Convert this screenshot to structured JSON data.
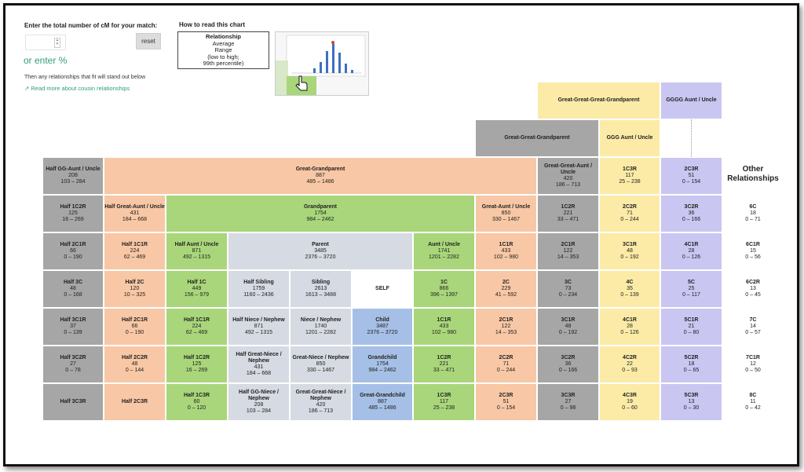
{
  "controls": {
    "prompt": "Enter the total number of cM for your match:",
    "reset_label": "reset",
    "or_enter": "or enter %",
    "then_any": "Then any relationships that fit will stand out below",
    "read_more": "Read more about cousin relationships"
  },
  "legend": {
    "heading": "How to read this chart",
    "title": "Relationship",
    "line1": "Average",
    "line2": "Range",
    "line3": "(low to high;",
    "line4": "99th percentile)"
  },
  "colors": {
    "grey": "#a6a6a6",
    "orange": "#f8c7a5",
    "green": "#a9d67a",
    "light_grey": "#d6dae2",
    "blue": "#a6bfe6",
    "yellow": "#fbeba7",
    "purple": "#c9c6f2"
  },
  "other_relationships": "Other Relationships",
  "cells": [
    {
      "name": "Great-Great-Great-Grandparent",
      "avg": "",
      "range": "",
      "color": "yellow"
    },
    {
      "name": "GGGG Aunt / Uncle",
      "avg": "",
      "range": "",
      "color": "purple"
    },
    {
      "name": "Great-Great-Grandparent",
      "avg": "",
      "range": "",
      "color": "grey"
    },
    {
      "name": "GGG Aunt / Uncle",
      "avg": "",
      "range": "",
      "color": "yellow"
    },
    {
      "name": "Half GG-Aunt / Uncle",
      "avg": "208",
      "range": "103 – 284",
      "color": "grey"
    },
    {
      "name": "Great-Grandparent",
      "avg": "887",
      "range": "485 – 1486",
      "color": "orange"
    },
    {
      "name": "Great-Great-Aunt / Uncle",
      "avg": "420",
      "range": "186 – 713",
      "color": "grey"
    },
    {
      "name": "1C3R",
      "avg": "117",
      "range": "25 – 238",
      "color": "yellow"
    },
    {
      "name": "2C3R",
      "avg": "51",
      "range": "0 – 154",
      "color": "purple"
    },
    {
      "name": "Half 1C2R",
      "avg": "125",
      "range": "16 – 269",
      "color": "grey"
    },
    {
      "name": "Half Great-Aunt / Uncle",
      "avg": "431",
      "range": "184 – 668",
      "color": "orange"
    },
    {
      "name": "Grandparent",
      "avg": "1754",
      "range": "984 – 2462",
      "color": "green"
    },
    {
      "name": "Great-Aunt / Uncle",
      "avg": "850",
      "range": "330 – 1467",
      "color": "orange"
    },
    {
      "name": "1C2R",
      "avg": "221",
      "range": "33 – 471",
      "color": "grey"
    },
    {
      "name": "2C2R",
      "avg": "71",
      "range": "0 – 244",
      "color": "yellow"
    },
    {
      "name": "3C2R",
      "avg": "36",
      "range": "0 – 166",
      "color": "purple"
    },
    {
      "name": "6C",
      "avg": "18",
      "range": "0 – 71",
      "color": "white"
    },
    {
      "name": "Half 2C1R",
      "avg": "66",
      "range": "0 – 190",
      "color": "grey"
    },
    {
      "name": "Half 1C1R",
      "avg": "224",
      "range": "62 – 469",
      "color": "orange"
    },
    {
      "name": "Half Aunt / Uncle",
      "avg": "871",
      "range": "492 – 1315",
      "color": "green"
    },
    {
      "name": "Parent",
      "avg": "3485",
      "range": "2376 – 3720",
      "color": "lgrey"
    },
    {
      "name": "Aunt / Uncle",
      "avg": "1741",
      "range": "1201 – 2282",
      "color": "green"
    },
    {
      "name": "1C1R",
      "avg": "433",
      "range": "102 – 980",
      "color": "orange"
    },
    {
      "name": "2C1R",
      "avg": "122",
      "range": "14 – 353",
      "color": "grey"
    },
    {
      "name": "3C1R",
      "avg": "48",
      "range": "0 – 192",
      "color": "yellow"
    },
    {
      "name": "4C1R",
      "avg": "28",
      "range": "0 – 126",
      "color": "purple"
    },
    {
      "name": "6C1R",
      "avg": "15",
      "range": "0 – 56",
      "color": "white"
    },
    {
      "name": "Half 3C",
      "avg": "48",
      "range": "0 – 168",
      "color": "grey"
    },
    {
      "name": "Half 2C",
      "avg": "120",
      "range": "10 – 325",
      "color": "orange"
    },
    {
      "name": "Half 1C",
      "avg": "449",
      "range": "156 – 979",
      "color": "green"
    },
    {
      "name": "Half Sibling",
      "avg": "1759",
      "range": "1160 – 2436",
      "color": "lgrey"
    },
    {
      "name": "Sibling",
      "avg": "2613",
      "range": "1613 – 3488",
      "color": "lgrey"
    },
    {
      "name": "SELF",
      "avg": "",
      "range": "",
      "color": "white"
    },
    {
      "name": "1C",
      "avg": "866",
      "range": "396 – 1397",
      "color": "green"
    },
    {
      "name": "2C",
      "avg": "229",
      "range": "41 – 592",
      "color": "orange"
    },
    {
      "name": "3C",
      "avg": "73",
      "range": "0 – 234",
      "color": "grey"
    },
    {
      "name": "4C",
      "avg": "35",
      "range": "0 – 139",
      "color": "yellow"
    },
    {
      "name": "5C",
      "avg": "25",
      "range": "0 – 117",
      "color": "purple"
    },
    {
      "name": "6C2R",
      "avg": "13",
      "range": "0 – 45",
      "color": "white"
    },
    {
      "name": "Half 3C1R",
      "avg": "37",
      "range": "0 – 139",
      "color": "grey"
    },
    {
      "name": "Half 2C1R",
      "avg": "66",
      "range": "0 – 190",
      "color": "orange"
    },
    {
      "name": "Half 1C1R",
      "avg": "224",
      "range": "62 – 469",
      "color": "green"
    },
    {
      "name": "Half Niece / Nephew",
      "avg": "871",
      "range": "492 – 1315",
      "color": "lgrey"
    },
    {
      "name": "Niece / Nephew",
      "avg": "1740",
      "range": "1201 – 2282",
      "color": "lgrey"
    },
    {
      "name": "Child",
      "avg": "3487",
      "range": "2376 – 3720",
      "color": "blue"
    },
    {
      "name": "1C1R",
      "avg": "433",
      "range": "102 – 980",
      "color": "green"
    },
    {
      "name": "2C1R",
      "avg": "122",
      "range": "14 – 353",
      "color": "orange"
    },
    {
      "name": "3C1R",
      "avg": "48",
      "range": "0 – 192",
      "color": "grey"
    },
    {
      "name": "4C1R",
      "avg": "28",
      "range": "0 – 126",
      "color": "yellow"
    },
    {
      "name": "5C1R",
      "avg": "21",
      "range": "0 – 80",
      "color": "purple"
    },
    {
      "name": "7C",
      "avg": "14",
      "range": "0 – 57",
      "color": "white"
    },
    {
      "name": "Half 3C2R",
      "avg": "27",
      "range": "0 – 78",
      "color": "grey"
    },
    {
      "name": "Half 2C2R",
      "avg": "48",
      "range": "0 – 144",
      "color": "orange"
    },
    {
      "name": "Half 1C2R",
      "avg": "125",
      "range": "16 – 269",
      "color": "green"
    },
    {
      "name": "Half Great-Niece / Nephew",
      "avg": "431",
      "range": "184 – 668",
      "color": "lgrey"
    },
    {
      "name": "Great-Niece / Nephew",
      "avg": "850",
      "range": "330 – 1467",
      "color": "lgrey"
    },
    {
      "name": "Grandchild",
      "avg": "1754",
      "range": "984 – 2462",
      "color": "blue"
    },
    {
      "name": "1C2R",
      "avg": "221",
      "range": "33 – 471",
      "color": "green"
    },
    {
      "name": "2C2R",
      "avg": "71",
      "range": "0 – 244",
      "color": "orange"
    },
    {
      "name": "3C2R",
      "avg": "36",
      "range": "0 – 166",
      "color": "grey"
    },
    {
      "name": "4C2R",
      "avg": "22",
      "range": "0 – 93",
      "color": "yellow"
    },
    {
      "name": "5C2R",
      "avg": "18",
      "range": "0 – 65",
      "color": "purple"
    },
    {
      "name": "7C1R",
      "avg": "12",
      "range": "0 – 50",
      "color": "white"
    },
    {
      "name": "Half 3C3R",
      "avg": "",
      "range": "",
      "color": "grey"
    },
    {
      "name": "Half 2C3R",
      "avg": "",
      "range": "",
      "color": "orange"
    },
    {
      "name": "Half 1C3R",
      "avg": "60",
      "range": "0 – 120",
      "color": "green"
    },
    {
      "name": "Half GG-Niece / Nephew",
      "avg": "208",
      "range": "103 – 284",
      "color": "lgrey"
    },
    {
      "name": "Great-Great-Niece / Nephew",
      "avg": "420",
      "range": "186 – 713",
      "color": "lgrey"
    },
    {
      "name": "Great-Grandchild",
      "avg": "887",
      "range": "485 – 1486",
      "color": "blue"
    },
    {
      "name": "1C3R",
      "avg": "117",
      "range": "25 – 238",
      "color": "green"
    },
    {
      "name": "2C3R",
      "avg": "51",
      "range": "0 – 154",
      "color": "orange"
    },
    {
      "name": "3C3R",
      "avg": "27",
      "range": "0 – 98",
      "color": "grey"
    },
    {
      "name": "4C3R",
      "avg": "19",
      "range": "0 – 60",
      "color": "yellow"
    },
    {
      "name": "5C3R",
      "avg": "13",
      "range": "0 – 30",
      "color": "purple"
    },
    {
      "name": "8C",
      "avg": "11",
      "range": "0 – 42",
      "color": "white"
    }
  ]
}
